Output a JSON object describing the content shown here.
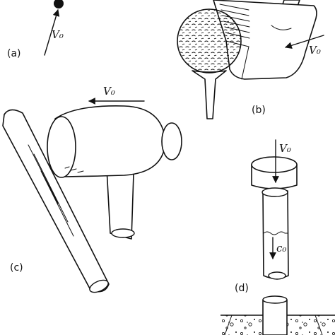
{
  "panels": {
    "a": {
      "label": "(a)",
      "velocity": "V₀"
    },
    "b": {
      "label": "(b)",
      "velocity": "V₀"
    },
    "c": {
      "label": "(c)",
      "velocity": "V₀"
    },
    "d": {
      "label": "(d)",
      "velocity": "V₀",
      "wave_speed": "c₀"
    }
  },
  "colors": {
    "ink": "#111111",
    "paper": "#ffffff"
  }
}
